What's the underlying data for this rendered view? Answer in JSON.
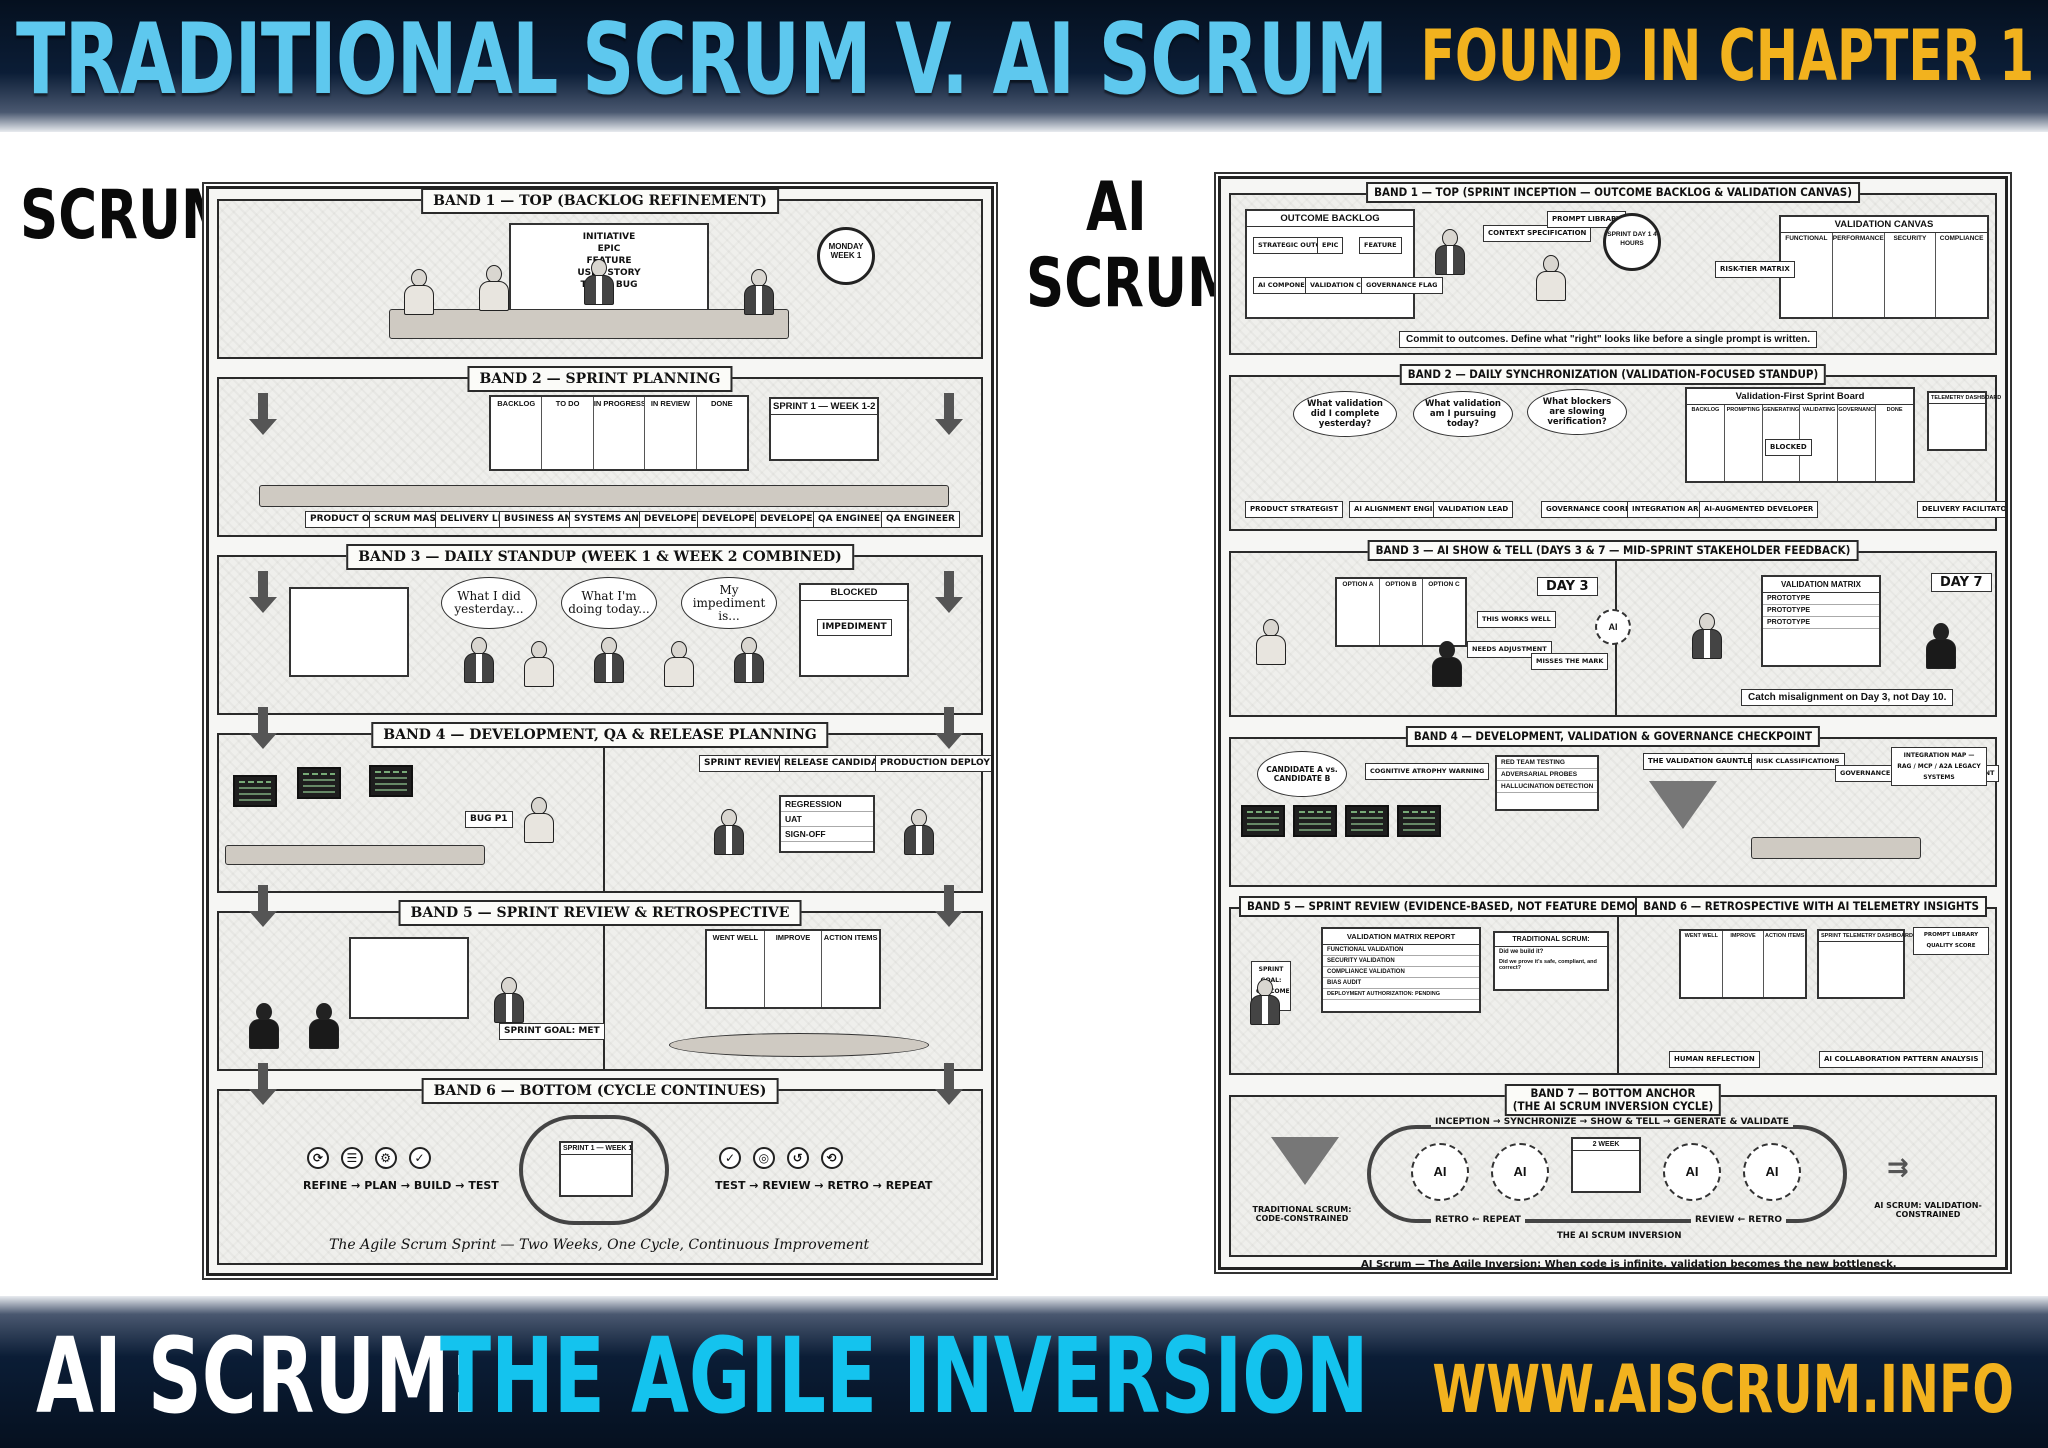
{
  "header": {
    "title": "TRADITIONAL SCRUM V. AI SCRUM",
    "chapter": "FOUND IN CHAPTER 1"
  },
  "labels": {
    "scrum": "SCRUM",
    "ai_line1": "AI",
    "ai_line2": "SCRUM"
  },
  "scrum_panel": {
    "band1": {
      "title": "BAND 1 — TOP (BACKLOG REFINEMENT)",
      "hierarchy": [
        "INITIATIVE",
        "EPIC",
        "FEATURE",
        "USER STORY",
        "TASK / BUG"
      ],
      "clock": "MONDAY WEEK 1"
    },
    "band2": {
      "title": "BAND 2 — SPRINT PLANNING",
      "board_columns": [
        "BACKLOG",
        "TO DO",
        "IN PROGRESS",
        "IN REVIEW",
        "DONE"
      ],
      "calendar": "SPRINT 1 — WEEK 1-2",
      "roles": [
        "PRODUCT OWNER",
        "SCRUM MASTER",
        "DELIVERY LEAD",
        "BUSINESS ANALYST",
        "SYSTEMS ANALYST",
        "DEVELOPER",
        "DEVELOPER",
        "DEVELOPER",
        "QA ENGINEER",
        "QA ENGINEER"
      ]
    },
    "band3": {
      "title": "BAND 3 — DAILY STANDUP (WEEK 1 & WEEK 2 COMBINED)",
      "bubbles": [
        "What I did yesterday...",
        "What I'm doing today...",
        "My impediment is..."
      ],
      "blocked": "BLOCKED",
      "impediment": "IMPEDIMENT"
    },
    "band4": {
      "title": "BAND 4 — DEVELOPMENT, QA & RELEASE PLANNING",
      "bug": "BUG P1",
      "pipeline": [
        "SPRINT REVIEW",
        "RELEASE CANDIDATE",
        "PRODUCTION DEPLOY"
      ],
      "checklist": [
        "REGRESSION",
        "UAT",
        "SIGN-OFF"
      ]
    },
    "band5": {
      "title": "BAND 5 — SPRINT REVIEW & RETROSPECTIVE",
      "sprint_goal": "SPRINT GOAL: MET",
      "retro_columns": [
        "WENT WELL",
        "IMPROVE",
        "ACTION ITEMS"
      ]
    },
    "band6": {
      "title": "BAND 6 — BOTTOM (CYCLE CONTINUES)",
      "flow_left": [
        "REFINE",
        "PLAN",
        "BUILD",
        "TEST"
      ],
      "flow_right": [
        "TEST",
        "REVIEW",
        "RETRO",
        "REPEAT"
      ],
      "calendar": "SPRINT 1 — WEEK 1",
      "caption": "The Agile Scrum Sprint — Two Weeks, One Cycle, Continuous Improvement"
    }
  },
  "ai_panel": {
    "band1": {
      "title": "BAND 1 — TOP (SPRINT INCEPTION — OUTCOME BACKLOG & VALIDATION CANVAS)",
      "outcome_backlog": "OUTCOME BACKLOG",
      "outcome_cards": [
        "STRATEGIC OUTCOME",
        "EPIC",
        "FEATURE",
        "AI COMPONENT",
        "VALIDATION CRITERIA",
        "GOVERNANCE FLAG"
      ],
      "docs": [
        "CONTEXT SPECIFICATION",
        "PROMPT LIBRARY"
      ],
      "clock": "SPRINT DAY 1 4 HOURS",
      "validation_canvas": "VALIDATION CANVAS",
      "canvas_columns": [
        "FUNCTIONAL",
        "PERFORMANCE",
        "SECURITY",
        "COMPLIANCE"
      ],
      "risk_matrix": "RISK-TIER MATRIX",
      "caption": "Commit to outcomes. Define what \"right\" looks like before a single prompt is written."
    },
    "band2": {
      "title": "BAND 2 — DAILY SYNCHRONIZATION (VALIDATION-FOCUSED STANDUP)",
      "bubbles": [
        "What validation did I complete yesterday?",
        "What validation am I pursuing today?",
        "What blockers are slowing verification?"
      ],
      "board_title": "Validation-First Sprint Board",
      "board_columns": [
        "BACKLOG",
        "PROMPTING",
        "GENERATING",
        "VALIDATING",
        "GOVERNANCE REVIEW",
        "DONE"
      ],
      "blocked": "BLOCKED",
      "telemetry": "TELEMETRY DASHBOARD",
      "roles": [
        "PRODUCT STRATEGIST",
        "AI ALIGNMENT ENGINEER",
        "VALIDATION LEAD",
        "GOVERNANCE COORDINATOR",
        "INTEGRATION ARCHITECT",
        "AI-AUGMENTED DEVELOPER",
        "DELIVERY FACILITATOR"
      ]
    },
    "band3": {
      "title": "BAND 3 — AI SHOW & TELL (DAYS 3 & 7 — MID-SPRINT STAKEHOLDER FEEDBACK)",
      "options": [
        "OPTION A",
        "OPTION B",
        "OPTION C"
      ],
      "day3": "DAY 3",
      "day7": "DAY 7",
      "notes": [
        "THIS WORKS WELL",
        "NEEDS ADJUSTMENT",
        "MISSES THE MARK"
      ],
      "matrix": "VALIDATION MATRIX",
      "matrix_rows": [
        "PROTOTYPE",
        "PROTOTYPE",
        "PROTOTYPE"
      ],
      "caption": "Catch misalignment on Day 3, not Day 10."
    },
    "band4": {
      "title": "BAND 4 — DEVELOPMENT, VALIDATION & GOVERNANCE CHECKPOINT",
      "candidates": "CANDIDATE A vs. CANDIDATE B",
      "atrophy": "COGNITIVE ATROPHY WARNING",
      "red_team": [
        "RED TEAM TESTING",
        "ADVERSARIAL PROBES",
        "HALLUCINATION DETECTION"
      ],
      "gauntlet": "THE VALIDATION GAUNTLET",
      "risk": "RISK CLASSIFICATIONS",
      "governance": "GOVERNANCE CHECKPOINT — MID-SPRINT",
      "integration": "INTEGRATION MAP — RAG / MCP / A2A LEGACY SYSTEMS"
    },
    "band5": {
      "title": "BAND 5 — SPRINT REVIEW (EVIDENCE-BASED, NOT FEATURE DEMO)",
      "report_title": "VALIDATION MATRIX REPORT",
      "report_rows": [
        "FUNCTIONAL VALIDATION",
        "SECURITY VALIDATION",
        "COMPLIANCE VALIDATION",
        "BIAS AUDIT",
        "DEPLOYMENT AUTHORIZATION: PENDING"
      ],
      "outcome": "SPRINT GOAL: OUTCOME MET",
      "traditional": "TRADITIONAL SCRUM:",
      "question_a": "Did we build it?",
      "question_b": "Did we prove it's safe, compliant, and correct?"
    },
    "band6": {
      "title": "BAND 6 — RETROSPECTIVE WITH AI TELEMETRY INSIGHTS",
      "retro_columns": [
        "WENT WELL",
        "IMPROVE",
        "ACTION ITEMS"
      ],
      "dashboard": "SPRINT TELEMETRY DASHBOARD",
      "prompt_score": "PROMPT LIBRARY QUALITY SCORE",
      "human": "HUMAN REFLECTION",
      "ai_patterns": "AI COLLABORATION PATTERN ANALYSIS"
    },
    "band7": {
      "title_line1": "BAND 7 — BOTTOM ANCHOR",
      "title_line2": "(THE AI SCRUM INVERSION CYCLE)",
      "flow_top": [
        "INCEPTION",
        "SYNCHRONIZE",
        "SHOW & TELL",
        "GENERATE & VALIDATE"
      ],
      "flow_bottom_left": [
        "RETRO",
        "REPEAT"
      ],
      "flow_bottom_right": [
        "REVIEW",
        "RETRO"
      ],
      "cycle_label": "THE AI SCRUM INVERSION",
      "calendar": "2 WEEK",
      "hub": "AI",
      "left_label": "TRADITIONAL SCRUM: CODE-CONSTRAINED",
      "right_label": "AI SCRUM: VALIDATION-CONSTRAINED",
      "caption": "AI Scrum — The Agile Inversion: When code is infinite, validation becomes the new bottleneck."
    }
  },
  "footer": {
    "lead": "AI SCRUM:",
    "tagline": "THE AGILE INVERSION",
    "website": "WWW.AISCRUM.INFO"
  },
  "colors": {
    "title_cyan": "#5ec8ee",
    "tagline_cyan": "#14c3ee",
    "gold": "#f2b21e",
    "navy": "#0b1d36"
  }
}
